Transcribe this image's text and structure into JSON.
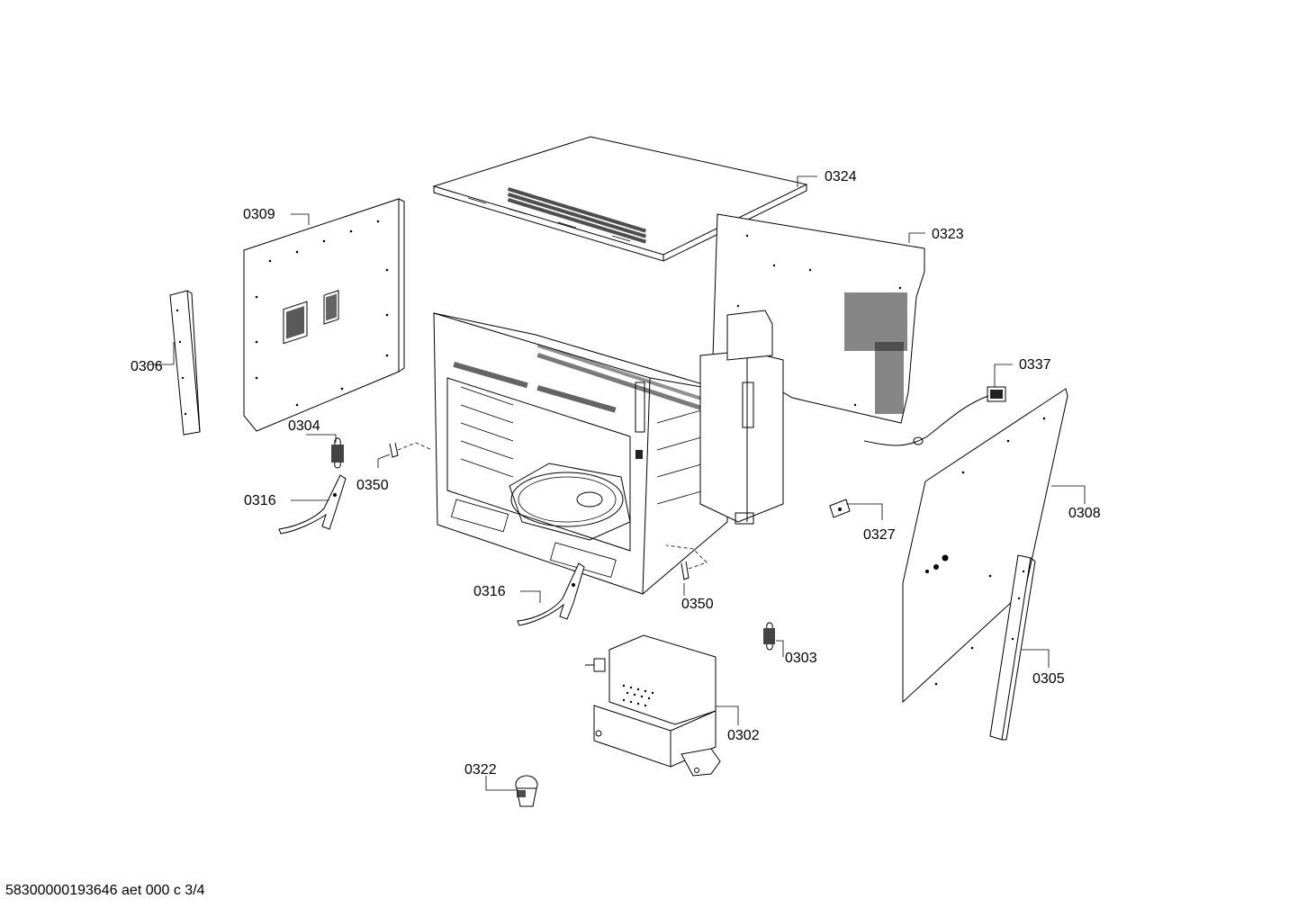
{
  "diagram": {
    "labels": {
      "l0324": "0324",
      "l0309": "0309",
      "l0323": "0323",
      "l0306": "0306",
      "l0337": "0337",
      "l0304": "0304",
      "l0350a": "0350",
      "l0316a": "0316",
      "l0327": "0327",
      "l0308": "0308",
      "l0316b": "0316",
      "l0350b": "0350",
      "l0303": "0303",
      "l0305": "0305",
      "l0302": "0302",
      "l0322": "0322"
    },
    "document_reference": "58300000193646 aet 000 c 3/4"
  }
}
